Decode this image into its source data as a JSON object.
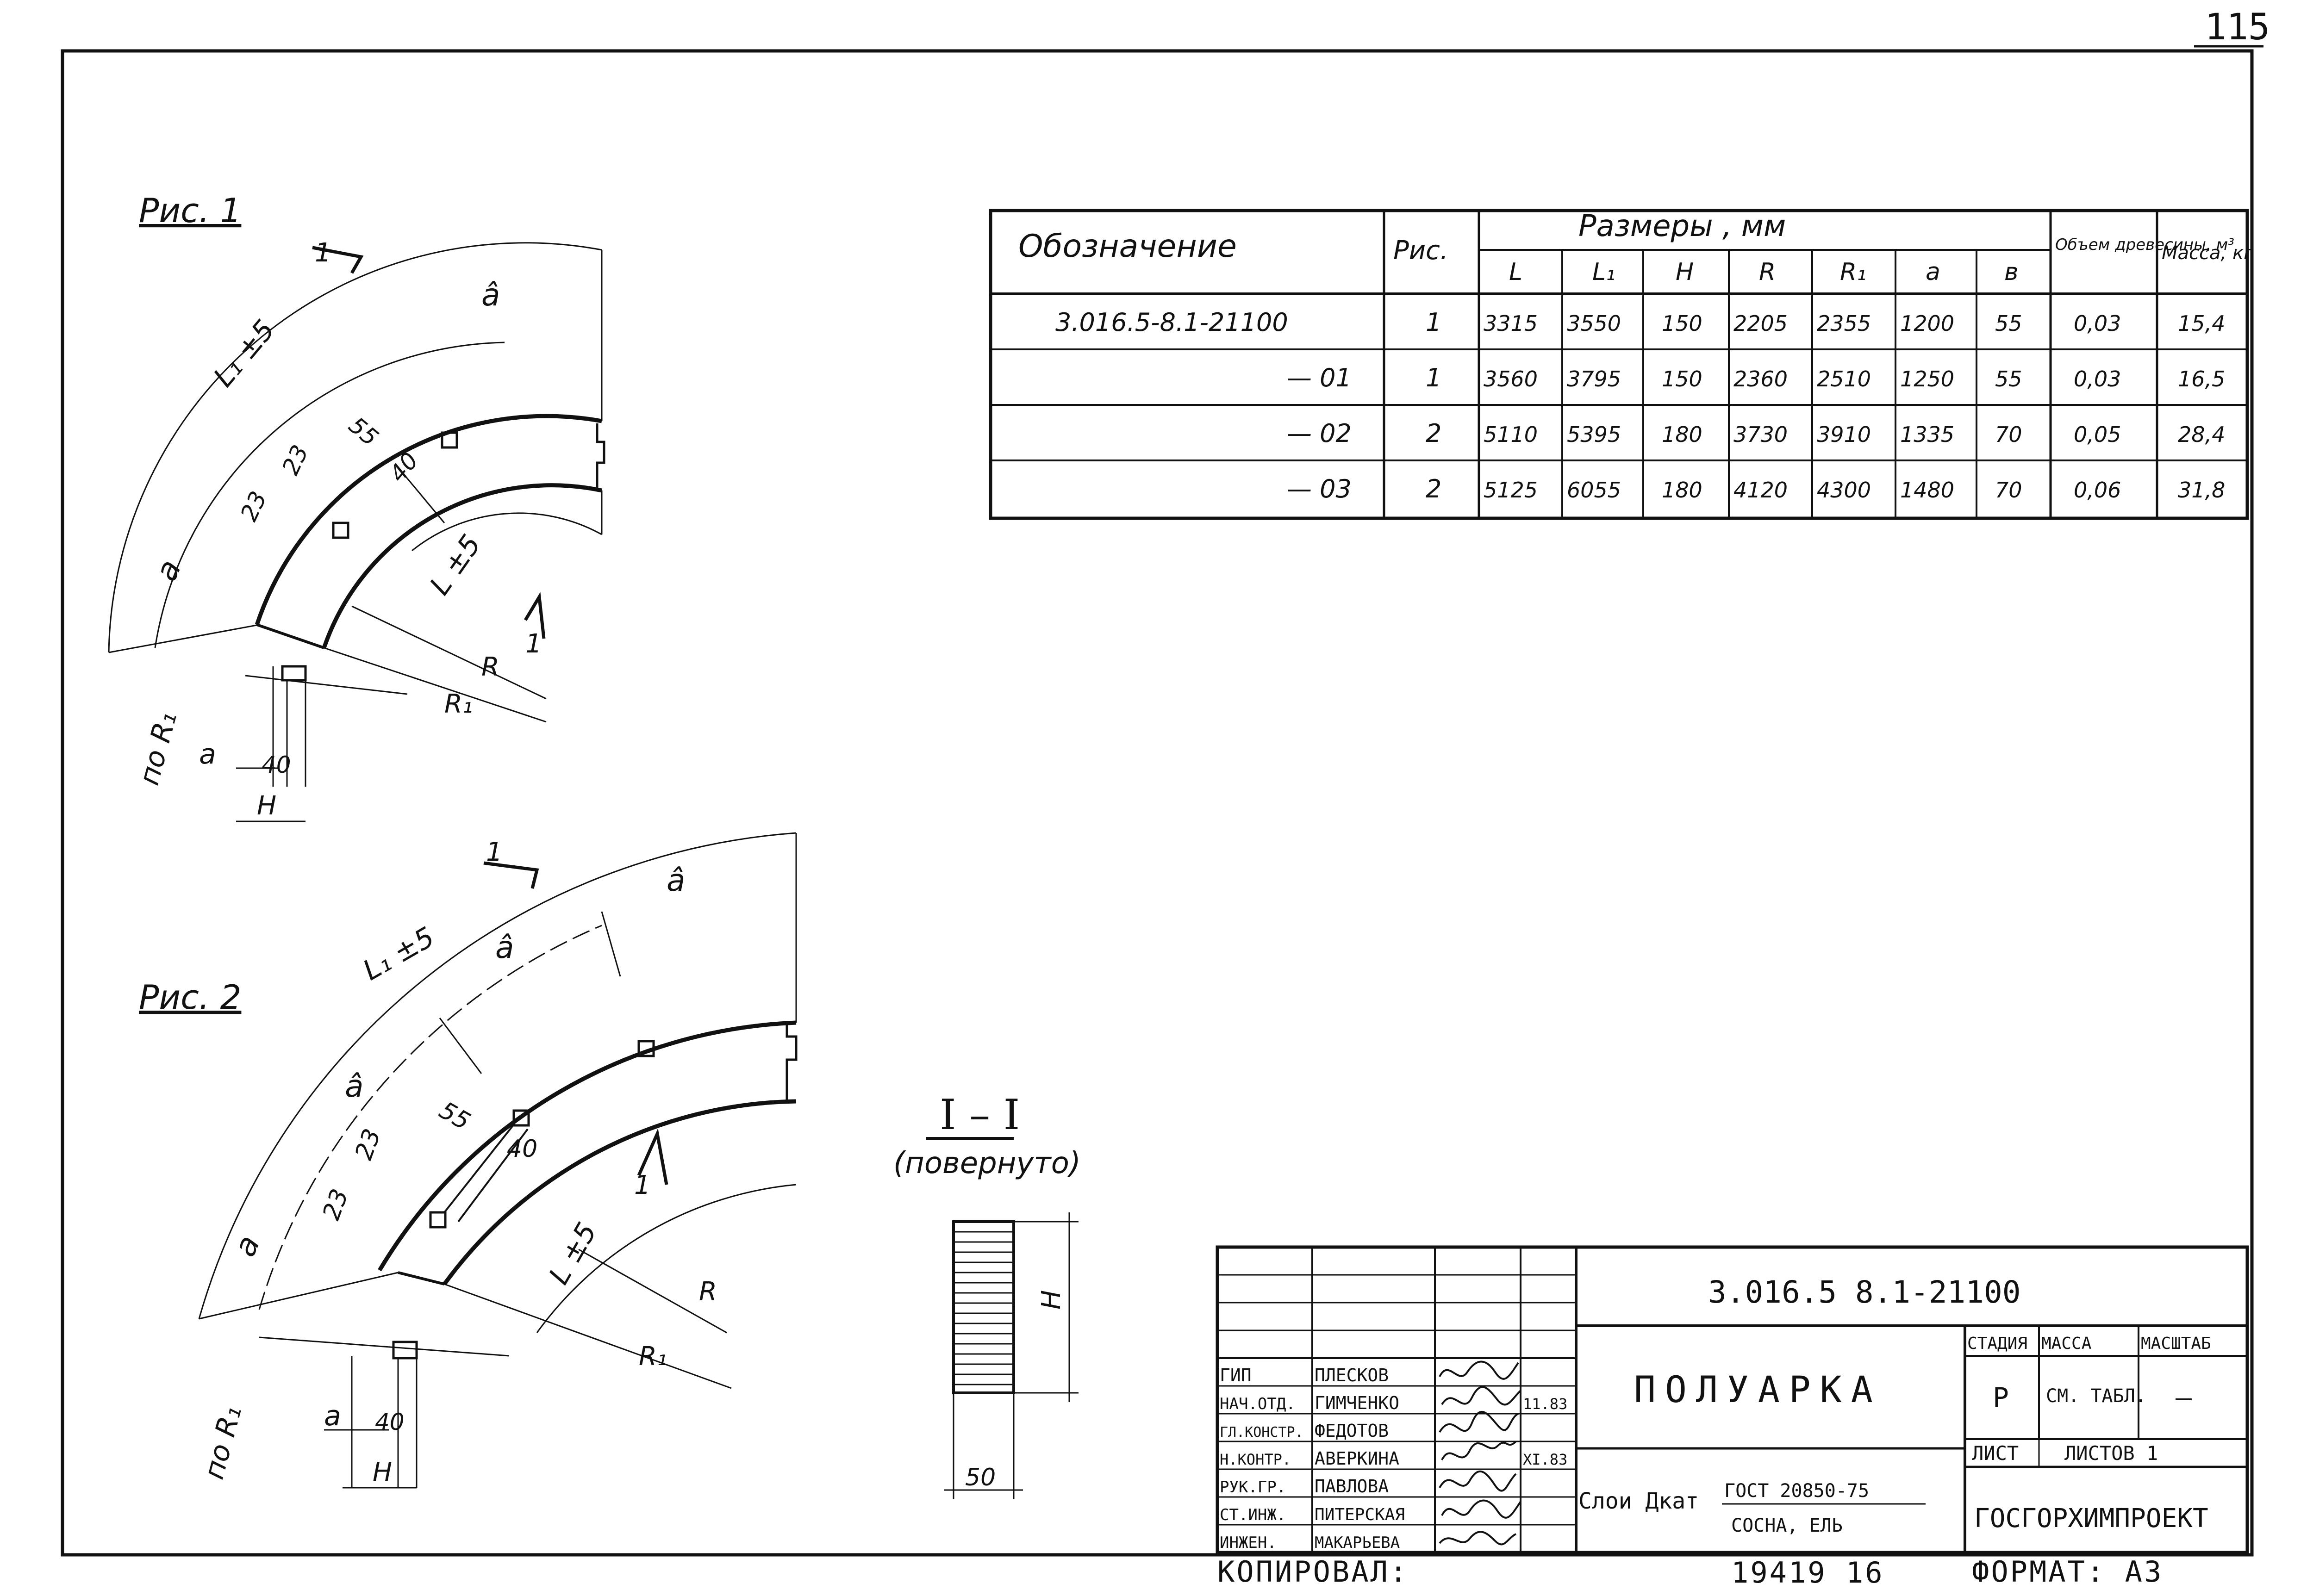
{
  "sheet_number": "115",
  "figure1_label": "Рис. 1",
  "figure2_label": "Рис. 2",
  "section_label": "I – I",
  "section_note": "(повернуто)",
  "dims": {
    "l1_tol": "L₁ ±5",
    "l_tol": "L ±5",
    "a": "a",
    "a_arc": "â",
    "d23": "23",
    "d55": "55",
    "d40": "40",
    "d50": "50",
    "R": "R",
    "R1": "R₁",
    "po_R1": "по R₁",
    "H": "H",
    "sec_1": "1"
  },
  "table": {
    "h_designation": "Обозначение",
    "h_fig": "Рис.",
    "h_dims": "Размеры , мм",
    "h_volume": "Объем древесины, м³",
    "h_mass": "Масса, кг",
    "sub_headers": [
      "L",
      "L₁",
      "H",
      "R",
      "R₁",
      "a",
      "в"
    ],
    "rows": [
      {
        "des": "3.016.5-8.1-21100",
        "fig": "1",
        "L": "3315",
        "L1": "3550",
        "H": "150",
        "R": "2205",
        "R1": "2355",
        "a": "1200",
        "b": "55",
        "vol": "0,03",
        "mass": "15,4"
      },
      {
        "des": "— 01",
        "fig": "1",
        "L": "3560",
        "L1": "3795",
        "H": "150",
        "R": "2360",
        "R1": "2510",
        "a": "1250",
        "b": "55",
        "vol": "0,03",
        "mass": "16,5"
      },
      {
        "des": "— 02",
        "fig": "2",
        "L": "5110",
        "L1": "5395",
        "H": "180",
        "R": "3730",
        "R1": "3910",
        "a": "1335",
        "b": "70",
        "vol": "0,05",
        "mass": "28,4"
      },
      {
        "des": "— 03",
        "fig": "2",
        "L": "5125",
        "L1": "6055",
        "H": "180",
        "R": "4120",
        "R1": "4300",
        "a": "1480",
        "b": "70",
        "vol": "0,06",
        "mass": "31,8"
      }
    ]
  },
  "title_block": {
    "doc_code": "3.016.5 8.1-21100",
    "title": "ПОЛУАРКА",
    "stage_h": "СТАДИЯ",
    "mass_h": "МАССА",
    "scale_h": "МАСШТАБ",
    "stage": "Р",
    "mass": "СМ. ТАБЛ.",
    "scale": "—",
    "sheet_h": "ЛИСТ",
    "sheets_h": "ЛИСТОВ 1",
    "material_label": "Слои Дкат",
    "gost": "ГОСТ 20850-75",
    "wood": "СОСНА, ЕЛЬ",
    "org": "ГОСГОРХИМПРОЕКТ",
    "date1": "11.83",
    "date2": "XI.83",
    "staff": [
      {
        "role": "ГИП",
        "name": "ПЛЕСКОВ"
      },
      {
        "role": "НАЧ.ОТД.",
        "name": "ГИМЧЕНКО"
      },
      {
        "role": "ГЛ.КОНСТР.",
        "name": "ФЕДОТОВ"
      },
      {
        "role": "Н.КОНТР.",
        "name": "АВЕРКИНА"
      },
      {
        "role": "РУК.ГР.",
        "name": "ПАВЛОВА"
      },
      {
        "role": "СТ.ИНЖ.",
        "name": "ПИТЕРСКАЯ"
      },
      {
        "role": "ИНЖЕН.",
        "name": "МАКАРЬЕВА"
      }
    ]
  },
  "footer": {
    "copied": "КОПИРОВАЛ:",
    "inv": "19419 16",
    "format": "ФОРМАТ: А3"
  }
}
